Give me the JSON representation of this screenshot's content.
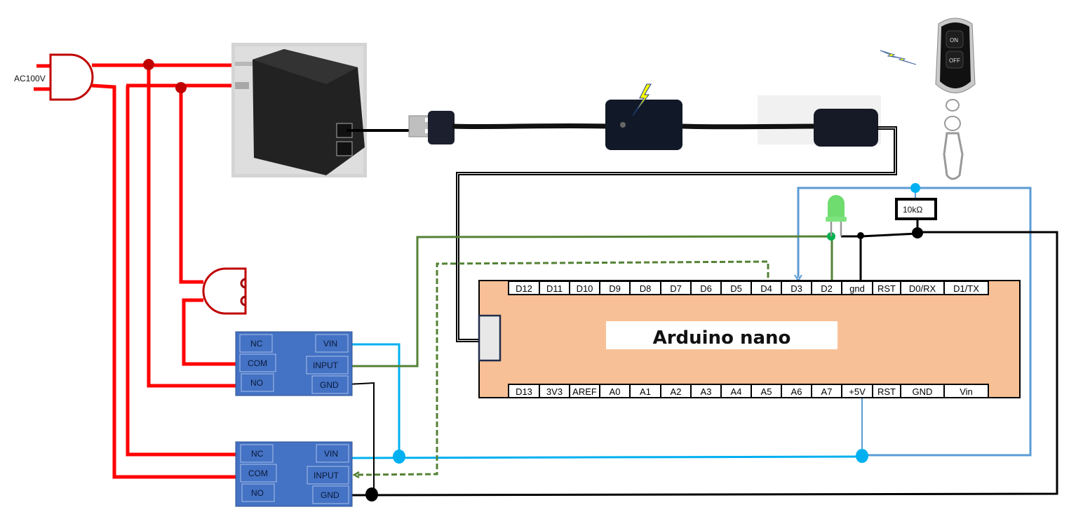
{
  "diagram": {
    "ac_source_label": "AC100V",
    "resistor_label": "10kΩ",
    "board_title": "Arduino nano",
    "remote": {
      "on_label": "ON",
      "off_label": "OFF"
    },
    "arduino_top_pins": [
      "D12",
      "D11",
      "D10",
      "D9",
      "D8",
      "D7",
      "D6",
      "D5",
      "D4",
      "D3",
      "D2",
      "gnd",
      "RST",
      "D0/RX",
      "D1/TX"
    ],
    "arduino_bottom_pins": [
      "D13",
      "3V3",
      "AREF",
      "A0",
      "A1",
      "A2",
      "A3",
      "A4",
      "A5",
      "A6",
      "A7",
      "+5V",
      "RST",
      "GND",
      "Vin"
    ],
    "relay1": {
      "left_pins": [
        "NC",
        "COM",
        "NO"
      ],
      "right_pins": [
        "VIN",
        "INPUT",
        "GND"
      ]
    },
    "relay2": {
      "left_pins": [
        "NC",
        "COM",
        "NO"
      ],
      "right_pins": [
        "VIN",
        "INPUT",
        "GND"
      ]
    },
    "colors": {
      "ac_wire": "#ff0000",
      "ac_node": "#c00000",
      "plug_outline": "#c00000",
      "power_5v": "#00b0f0",
      "power_5v_alt": "#5b9bd5",
      "signal": "#548235",
      "signal_node": "#00b050",
      "ground": "#000000",
      "arduino_body": "#f8c096",
      "relay_body": "#4472c4",
      "led": "#6fdc6f",
      "lightning": "#ffff00"
    }
  }
}
